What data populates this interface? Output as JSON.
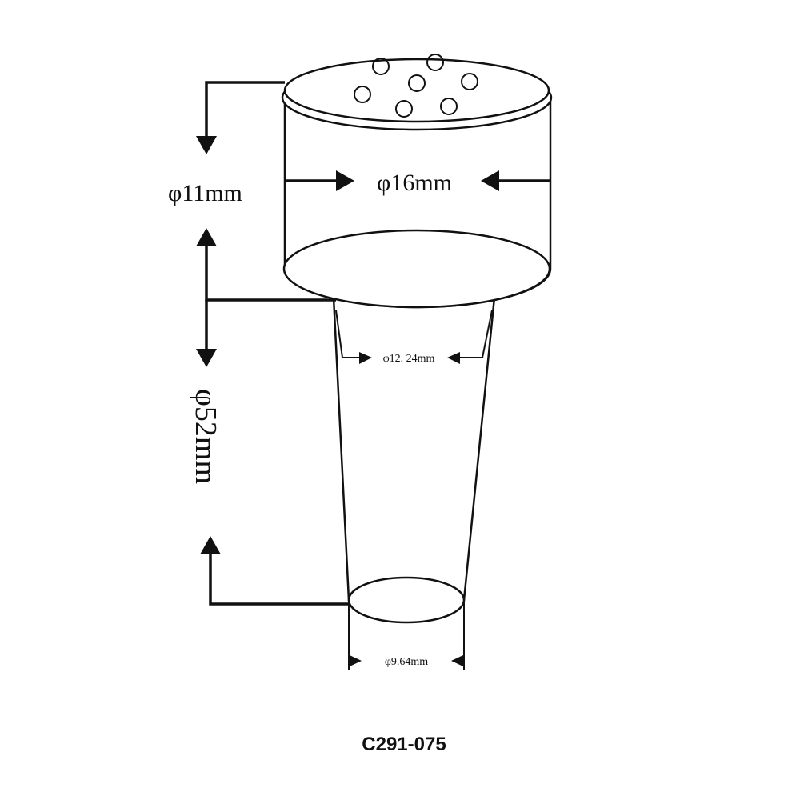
{
  "dimensions": {
    "cap_height": "φ11mm",
    "cap_diameter": "φ16mm",
    "stem_top_diameter": "φ12. 24mm",
    "stem_length": "φ52mm",
    "stem_bottom_diameter": "φ9.64mm"
  },
  "part_number": "C291-075",
  "colors": {
    "ink": "#111111",
    "paper": "#ffffff"
  },
  "cap_holes": 7
}
